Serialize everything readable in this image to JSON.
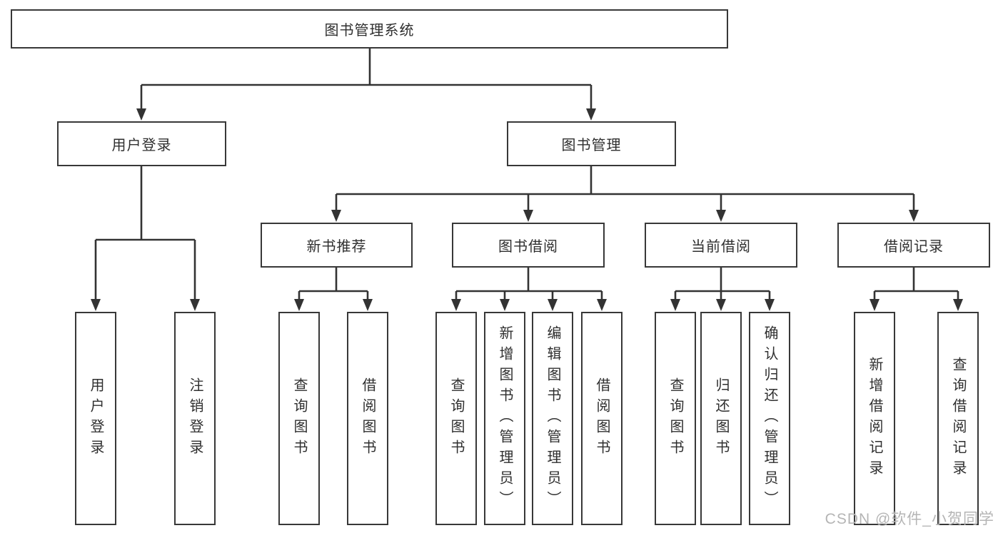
{
  "diagram": {
    "root": "图书管理系统",
    "branches": [
      {
        "label": "用户登录",
        "children": [
          {
            "label": "用户登录"
          },
          {
            "label": "注销登录"
          }
        ]
      },
      {
        "label": "图书管理",
        "children": [
          {
            "label": "新书推荐",
            "children": [
              {
                "label": "查询图书"
              },
              {
                "label": "借阅图书"
              }
            ]
          },
          {
            "label": "图书借阅",
            "children": [
              {
                "label": "查询图书"
              },
              {
                "label": "新增图书（管理员）"
              },
              {
                "label": "编辑图书（管理员）"
              },
              {
                "label": "借阅图书"
              }
            ]
          },
          {
            "label": "当前借阅",
            "children": [
              {
                "label": "查询图书"
              },
              {
                "label": "归还图书"
              },
              {
                "label": "确认归还（管理员）"
              }
            ]
          },
          {
            "label": "借阅记录",
            "children": [
              {
                "label": "新增借阅记录"
              },
              {
                "label": "查询借阅记录"
              }
            ]
          }
        ]
      }
    ]
  },
  "line_color": "#333333",
  "watermark": "CSDN @软件_小贺同学"
}
